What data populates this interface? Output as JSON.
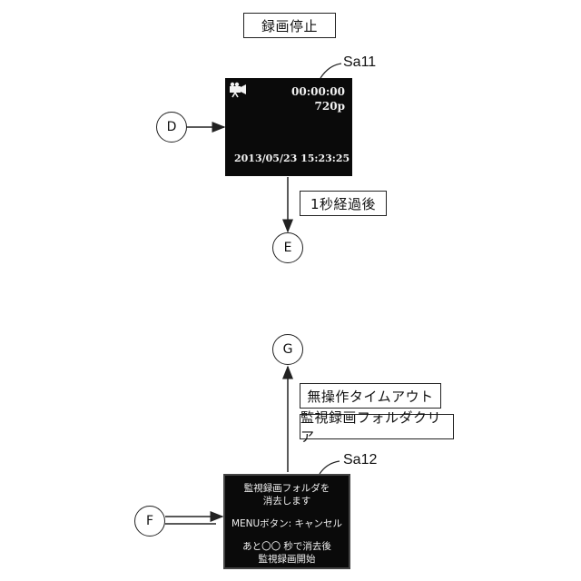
{
  "top": {
    "title": "録画停止",
    "screen_ref": "Sa11",
    "screen": {
      "icon": "camcorder-icon",
      "timer": "00:00:00",
      "resolution": "720p",
      "datetime": "2013/05/23 15:23:25"
    },
    "in_node": "D",
    "condition": "1秒経過後",
    "out_node": "E"
  },
  "bottom": {
    "out_node": "G",
    "condition_1": "無操作タイムアウト",
    "condition_2": "監視録画フォルダクリア",
    "screen_ref": "Sa12",
    "dialog": {
      "line1": "監視録画フォルダを",
      "line2": "消去します",
      "line3": "MENUボタン: キャンセル",
      "line4": "あと〇〇 秒で消去後",
      "line5": "監視録画開始"
    },
    "in_node": "F"
  }
}
